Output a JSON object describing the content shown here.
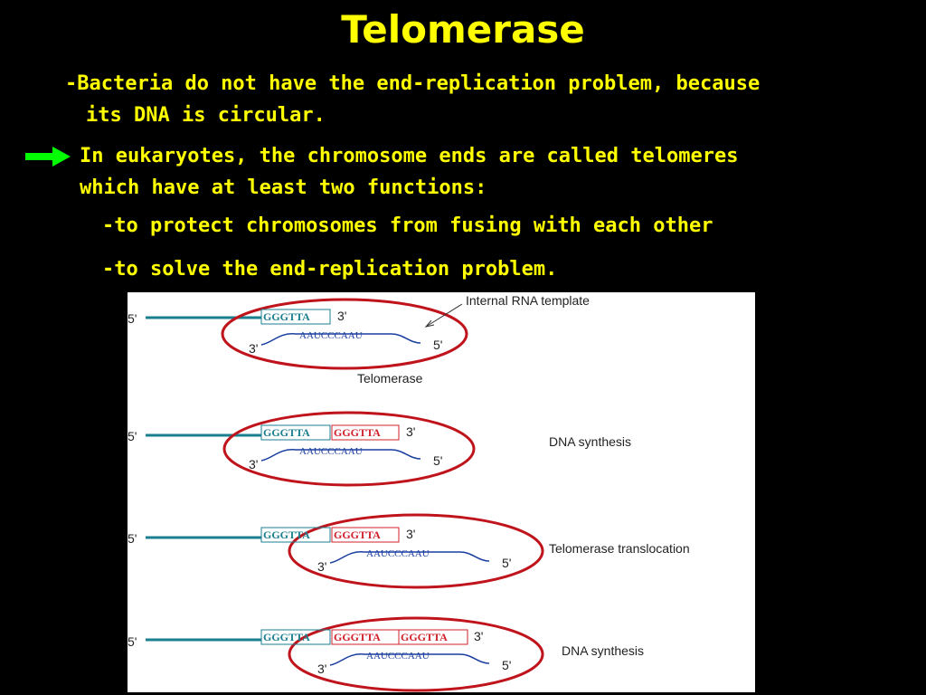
{
  "slide": {
    "title": "Telomerase",
    "bullet_bacteria": [
      "-Bacteria do not have the end-replication problem, because",
      "its DNA is circular."
    ],
    "bullet_eukaryotes": [
      "In eukaryotes, the chromosome ends are called telomeres",
      "which have at least two functions:"
    ],
    "functions": [
      "-to protect chromosomes from fusing with each other",
      "-to solve the end-replication problem."
    ],
    "colors": {
      "text": "#ffff00",
      "background": "#000000",
      "arrow": "#00ff00"
    },
    "arrow_icon": "right-arrow-icon"
  },
  "figure": {
    "callout_label": "Internal RNA template",
    "template_seq": "AAUCCCAAU",
    "repeat_seq": "GGGTTA",
    "end_3": "3'",
    "end_5": "5'",
    "step_labels": [
      "Telomerase",
      "DNA synthesis",
      "Telomerase translocation",
      "DNA synthesis"
    ],
    "colors": {
      "strand": "#1a7f8f",
      "template": "#1a3fa0",
      "new_dna": "#d0202a",
      "ellipse": "#c0141c"
    }
  }
}
